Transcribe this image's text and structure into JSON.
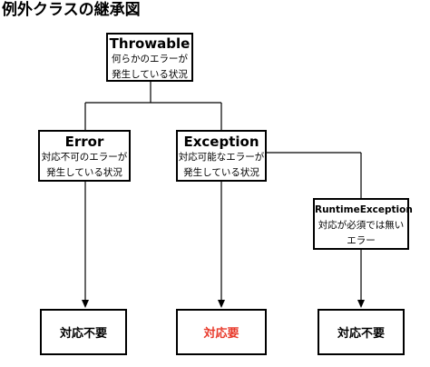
{
  "title": "例外クラスの継承図",
  "throwable": {
    "name": "Throwable",
    "desc1": "何らかのエラーが",
    "desc2": "発生している状況"
  },
  "error": {
    "name": "Error",
    "desc1": "対応不可のエラーが",
    "desc2": "発生している状況"
  },
  "exception": {
    "name": "Exception",
    "desc1": "対応可能なエラーが",
    "desc2": "発生している状況"
  },
  "runtime": {
    "name": "RuntimeException",
    "desc1": "対応が必須では無い",
    "desc2": "エラー"
  },
  "results": {
    "error": "対応不要",
    "exception": "対応要",
    "runtime": "対応不要"
  },
  "colors": {
    "required": "#e8392a",
    "line": "#000000"
  }
}
